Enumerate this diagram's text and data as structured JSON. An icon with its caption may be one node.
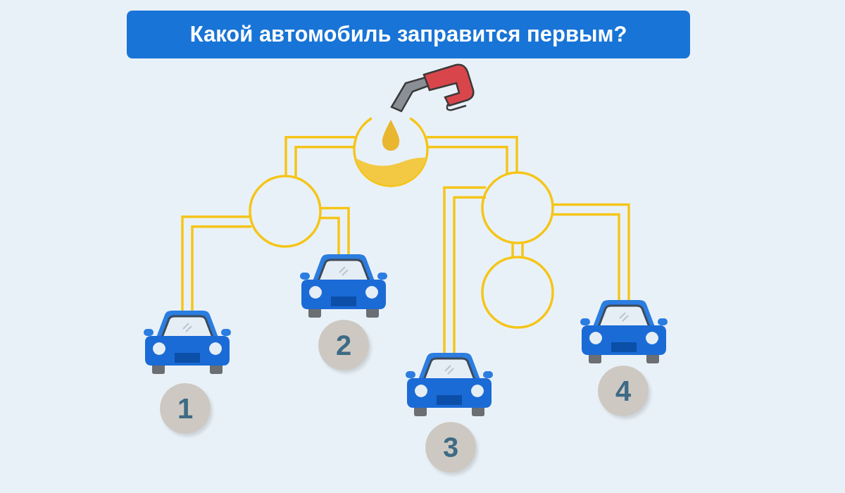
{
  "diagram": {
    "title": "Какой автомобиль заправится первым?",
    "nodes": [
      {
        "text": [],
        "shape": "circle"
      },
      {
        "text": [],
        "shape": "circle"
      },
      {
        "text": [],
        "shape": "circle"
      },
      {
        "text": [],
        "shape": "circle"
      },
      {
        "text": [],
        "shape": "picture"
      },
      {
        "text": [],
        "shape": "picture"
      },
      {
        "text": [],
        "shape": "picture"
      },
      {
        "text": [],
        "shape": "picture"
      },
      {
        "text": [
          "1"
        ]
      },
      {
        "text": [
          "2"
        ]
      },
      {
        "text": [
          "3"
        ]
      },
      {
        "text": [
          "4"
        ]
      }
    ],
    "edges": [
      {
        "from": 0,
        "to": 1,
        "arrow": "none"
      },
      {
        "from": 0,
        "to": 2,
        "arrow": "none"
      },
      {
        "from": 1,
        "to": 4,
        "arrow": "none"
      },
      {
        "from": 1,
        "to": 5,
        "arrow": "none"
      },
      {
        "from": 2,
        "to": 6,
        "arrow": "none"
      },
      {
        "from": 2,
        "to": 7,
        "arrow": "none"
      },
      {
        "from": 2,
        "to": 3,
        "arrow": "none"
      }
    ]
  }
}
